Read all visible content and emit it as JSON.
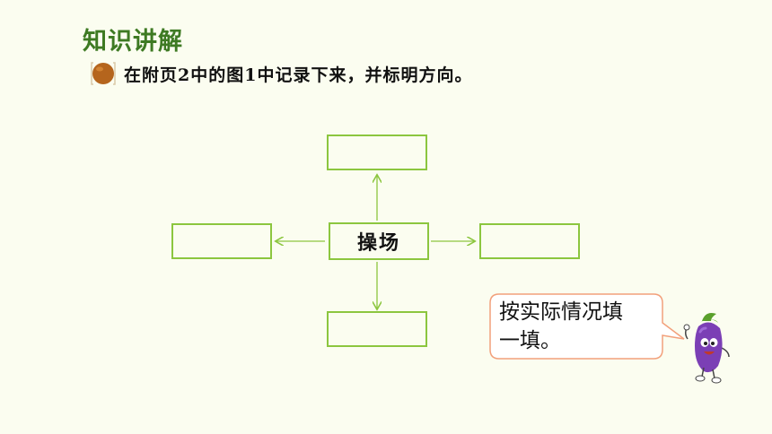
{
  "header": {
    "title": "知识讲解"
  },
  "instruction": {
    "text": "在附页2中的图1中记录下来，并标明方向。",
    "icon": "brown-circle-bullet-icon"
  },
  "diagram": {
    "center_label": "操场",
    "empty_boxes": [
      "north-box",
      "west-box",
      "east-box",
      "south-box"
    ],
    "accent_color": "#8cc63f"
  },
  "speech_bubble": {
    "line1": "按实际情况填",
    "line2": "一填。",
    "border_color": "#f2a07b"
  },
  "mascot": {
    "icon": "eggplant-mascot-icon",
    "color": "#7b3fb5"
  }
}
